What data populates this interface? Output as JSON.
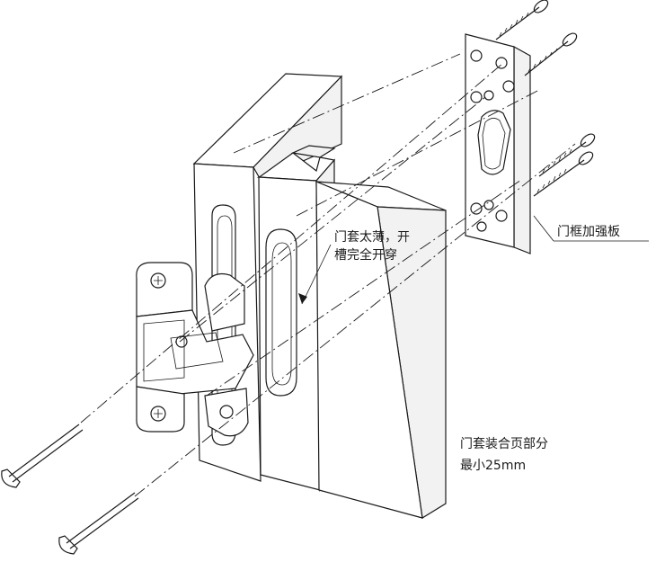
{
  "labels": {
    "frame_reinforcement_plate": "门框加强板",
    "note_too_thin_line1": "门套太薄，开",
    "note_too_thin_line2": "槽完全开穿",
    "hinge_section_line1": "门套装合页部分",
    "hinge_section_line2": "最小25mm"
  },
  "icons": {
    "screws": "screw-icon",
    "hinge": "concealed-hinge-icon"
  }
}
